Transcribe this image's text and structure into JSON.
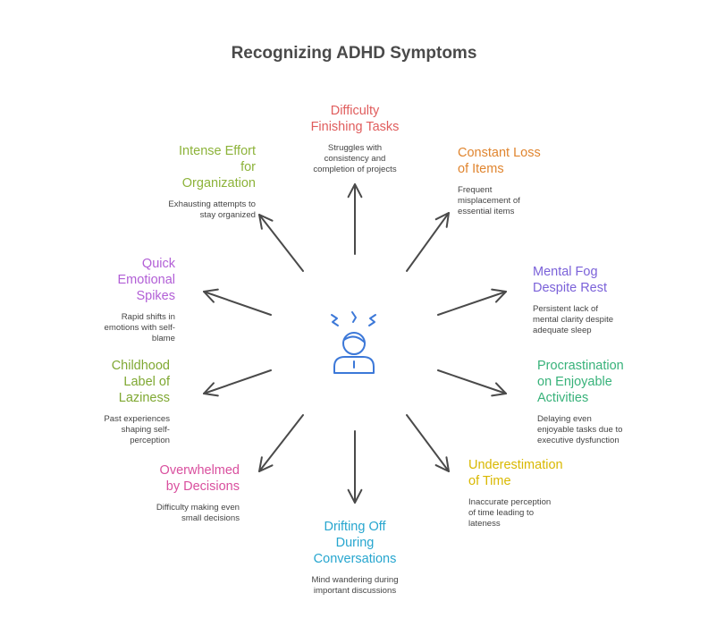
{
  "title": "Recognizing ADHD Symptoms",
  "center_icon": {
    "name": "stressed-person-icon",
    "color": "#3c78d8"
  },
  "arrow_color": "#4a4a4a",
  "symptoms": [
    {
      "title_lines": [
        "Difficulty",
        "Finishing Tasks"
      ],
      "desc_lines": [
        "Struggles with",
        "consistency and",
        "completion of projects"
      ],
      "color": "#e05d5d"
    },
    {
      "title_lines": [
        "Constant Loss",
        "of Items"
      ],
      "desc_lines": [
        "Frequent",
        "misplacement of",
        "essential items"
      ],
      "color": "#e0852f"
    },
    {
      "title_lines": [
        "Mental Fog",
        "Despite Rest"
      ],
      "desc_lines": [
        "Persistent lack of",
        "mental clarity despite",
        "adequate sleep"
      ],
      "color": "#7b62d9"
    },
    {
      "title_lines": [
        "Procrastination",
        "on Enjoyable",
        "Activities"
      ],
      "desc_lines": [
        "Delaying even",
        "enjoyable tasks due to",
        "executive dysfunction"
      ],
      "color": "#38b27a"
    },
    {
      "title_lines": [
        "Underestimation",
        "of Time"
      ],
      "desc_lines": [
        "Inaccurate perception",
        "of time leading to",
        "lateness"
      ],
      "color": "#d9b800"
    },
    {
      "title_lines": [
        "Drifting Off",
        "During",
        "Conversations"
      ],
      "desc_lines": [
        "Mind wandering during",
        "important discussions"
      ],
      "color": "#27a6cf"
    },
    {
      "title_lines": [
        "Overwhelmed",
        "by Decisions"
      ],
      "desc_lines": [
        "Difficulty making even",
        "small decisions"
      ],
      "color": "#d94f9e"
    },
    {
      "title_lines": [
        "Childhood",
        "Label of",
        "Laziness"
      ],
      "desc_lines": [
        "Past experiences",
        "shaping self-",
        "perception"
      ],
      "color": "#7fa832"
    },
    {
      "title_lines": [
        "Quick",
        "Emotional",
        "Spikes"
      ],
      "desc_lines": [
        "Rapid shifts in",
        "emotions with self-",
        "blame"
      ],
      "color": "#b25fd6"
    },
    {
      "title_lines": [
        "Intense Effort",
        "for",
        "Organization"
      ],
      "desc_lines": [
        "Exhausting attempts to",
        "stay organized"
      ],
      "color": "#8db33a"
    }
  ]
}
